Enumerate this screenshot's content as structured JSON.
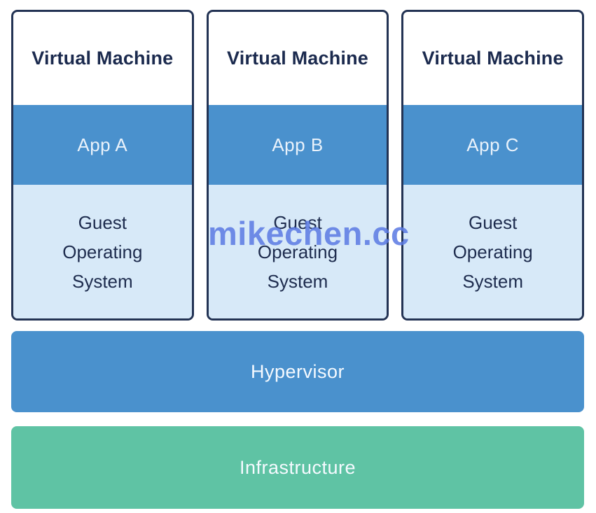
{
  "diagram": {
    "vms": [
      {
        "title": "Virtual Machine",
        "app_label": "App A",
        "os_label": "Guest Operating System"
      },
      {
        "title": "Virtual Machine",
        "app_label": "App B",
        "os_label": "Guest Operating System"
      },
      {
        "title": "Virtual Machine",
        "app_label": "App C",
        "os_label": "Guest Operating System"
      }
    ],
    "layers": [
      {
        "label": "Hypervisor",
        "color": "#4a91cd"
      },
      {
        "label": "Infrastructure",
        "color": "#5fc3a4"
      }
    ],
    "watermark": "mikechen.cc",
    "colors": {
      "vm_border": "#233354",
      "vm_title_text": "#1b2a4e",
      "app_band": "#4a91cd",
      "app_text": "#e9f2fb",
      "os_band": "#d7e9f8",
      "os_text": "#1e2c4e",
      "layer_text": "#f5faff",
      "watermark_text": "#5b7ae3"
    }
  }
}
